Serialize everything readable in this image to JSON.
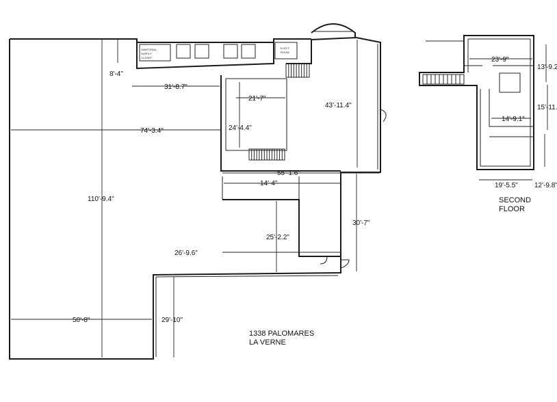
{
  "address": {
    "line1": "1338 PALOMARES",
    "line2": "LA VERNE"
  },
  "second_floor": {
    "line1": "SECOND",
    "line2": "FLOOR"
  },
  "rooms": {
    "janitorial": "JANITORIAL\nSUPPLY\nCLOSET",
    "elect": "ELECT.\nROOM"
  },
  "dimensions": {
    "d8_4": "8'-4\"",
    "d31_8_7": "31'-8.7\"",
    "d21_7": "21'-7\"",
    "d43_11_4": "43'-11.4\"",
    "d74_3_4": "74'-3.4\"",
    "d24_4_4": "24'-4.4\"",
    "d55_1_6": "55'-1.6\"",
    "d14_4": "14'-4\"",
    "d110_9_4": "110'-9.4\"",
    "d30_7": "30'-7\"",
    "d25_2_2": "25'-2.2\"",
    "d26_9_6": "26'-9.6\"",
    "d50_8": "50'-8\"",
    "d29_10": "29'-10\"",
    "d23_9": "23'-9\"",
    "d13_9_2": "13'-9.2",
    "d15_11": "15'-11.",
    "d14_9_1": "14'-9.1\"",
    "d19_5_5": "19'-5.5\"",
    "d12_9_8": "12'-9.8\""
  }
}
